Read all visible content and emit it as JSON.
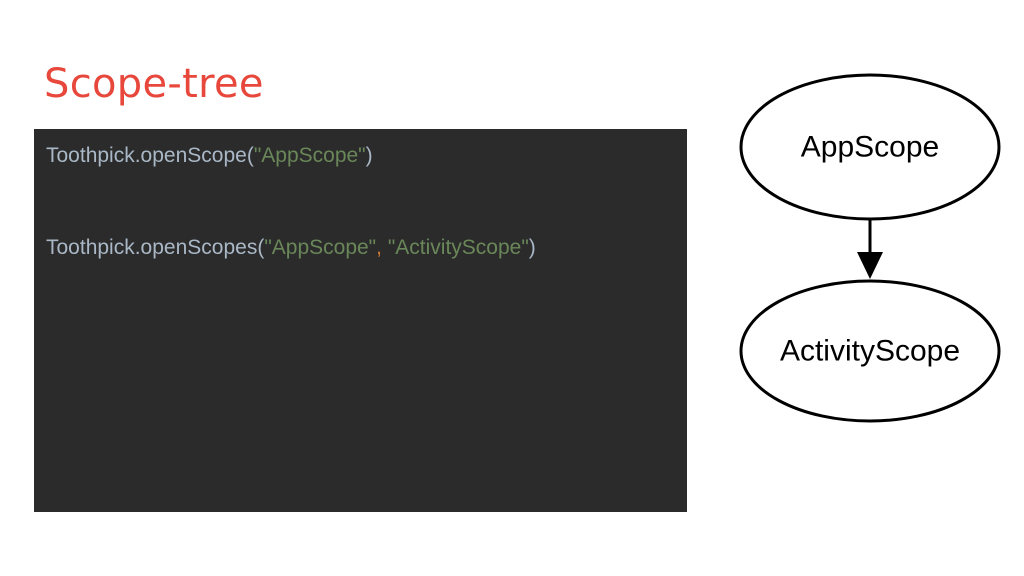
{
  "title": "Scope-tree",
  "colors": {
    "title": "#e8473b",
    "code_background": "#2b2b2b",
    "code_plain": "#a9b7c6",
    "code_string": "#6a8759",
    "code_comma": "#cc7832",
    "node_stroke": "#000000",
    "node_fill": "#ffffff"
  },
  "code": {
    "line1": {
      "call": "Toothpick.openScope(",
      "arg1": "\"AppScope\"",
      "close": ")"
    },
    "line2": {
      "call": "Toothpick.openScopes(",
      "arg1": "\"AppScope\"",
      "sep": ", ",
      "arg2": "\"ActivityScope\"",
      "close": ")"
    }
  },
  "diagram": {
    "nodes": [
      {
        "id": "app",
        "label": "AppScope"
      },
      {
        "id": "activity",
        "label": "ActivityScope"
      }
    ],
    "edges": [
      {
        "from": "app",
        "to": "activity"
      }
    ]
  }
}
